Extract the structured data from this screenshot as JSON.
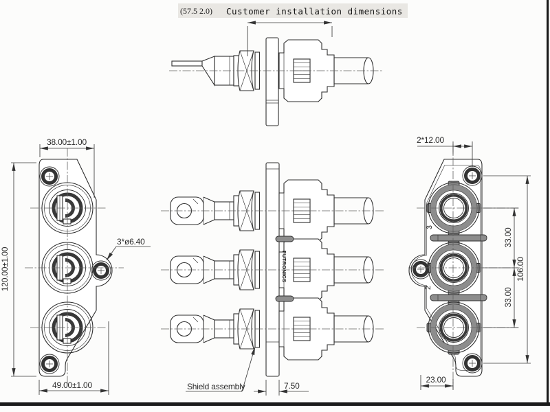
{
  "title": {
    "ref_dim": "(57.5 2.0)",
    "text": "Customer installation dimensions"
  },
  "front_view": {
    "dim_width_top": "38.00±1.00",
    "dim_height": "120.00±1.00",
    "dim_width_bottom": "49.00±1.00",
    "hole_callout": "3*ø6.40"
  },
  "side_view": {
    "shield_label": "Shield assembly",
    "plate_thickness": "7.50",
    "brand_marking": "FUTRONICS"
  },
  "rear_view": {
    "dim_hole_offset": "2*12.00",
    "dim_pitch_upper": "33.00",
    "dim_pitch_lower": "33.00",
    "dim_hole_span": "106.00",
    "dim_bottom_offset": "23.00",
    "position_labels": [
      "3",
      "2"
    ]
  },
  "colors": {
    "line": "#2e2e2e",
    "metal_gray": "#8d8d8d",
    "title_highlight": "#e9e7e3",
    "sheet_edge": "#1a1a1a"
  }
}
